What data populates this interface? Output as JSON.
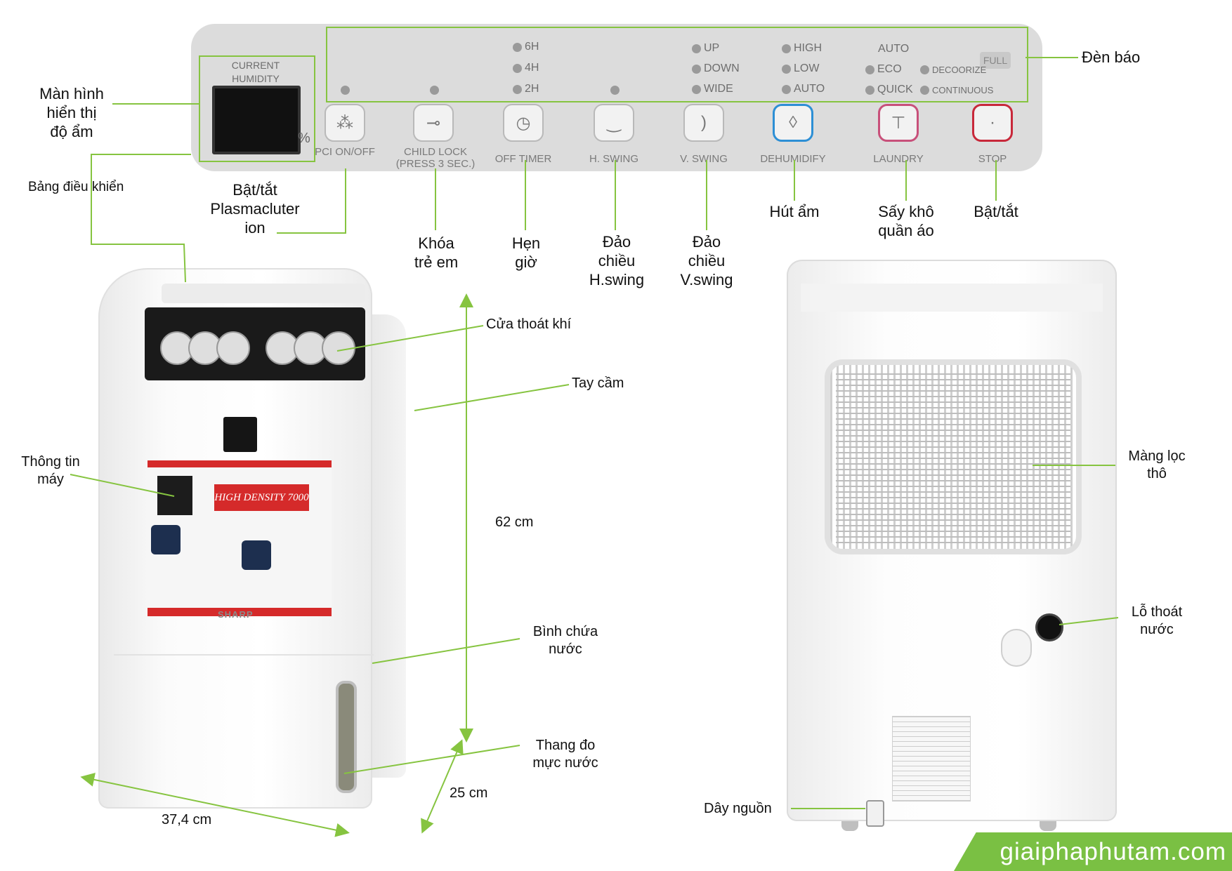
{
  "panel": {
    "display_label": "CURRENT HUMIDITY",
    "percent": "%",
    "full": "FULL",
    "buttons": [
      {
        "icon": "pci-icon",
        "cap": "PCI ON/OFF"
      },
      {
        "icon": "key-icon",
        "cap": "CHILD LOCK (PRESS 3 SEC.)"
      },
      {
        "icon": "clock-icon",
        "cap": "OFF TIMER"
      },
      {
        "icon": "h-swing-icon",
        "cap": "H. SWING"
      },
      {
        "icon": "v-swing-icon",
        "cap": "V. SWING"
      },
      {
        "icon": "drop-icon",
        "cap": "DEHUMIDIFY"
      },
      {
        "icon": "shirt-icon",
        "cap": "LAUNDRY"
      },
      {
        "icon": "stop-icon",
        "cap": "STOP"
      }
    ],
    "timer": [
      "6h",
      "4h",
      "2h"
    ],
    "swing": [
      "UP",
      "DOWN",
      "WIDE"
    ],
    "fan": [
      "HIGH",
      "LOW",
      "AUTO"
    ],
    "mode": [
      "AUTO",
      "ECO",
      "QUICK"
    ],
    "mode_extra": [
      "DECOORIZE",
      "CONTINUOUS"
    ]
  },
  "labels": {
    "den_bao": "Đèn báo",
    "man_hinh": "Màn hình\nhiển thị\nđộ ẩm",
    "bang_dieu_khien": "Bảng điều khiển",
    "bat_tat_pci": "Bật/tắt\nPlasmacluter\nion",
    "khoa_tre_em": "Khóa\ntrẻ em",
    "hen_gio": "Hẹn\ngiờ",
    "dao_h": "Đảo\nchiều\nH.swing",
    "dao_v": "Đảo\nchiều\nV.swing",
    "hut_am": "Hút ẩm",
    "say_kho": "Sấy khô\nquần áo",
    "bat_tat": "Bật/tắt",
    "cua_thoat_khi": "Cửa thoát khí",
    "tay_cam": "Tay cầm",
    "thong_tin": "Thông tin\nmáy",
    "chieu_cao": "62 cm",
    "binh_chua": "Bình chứa\nnước",
    "thang_do": "Thang đo\nmực nước",
    "sau": "25 cm",
    "rong": "37,4 cm",
    "mang_loc": "Màng lọc\nthô",
    "lo_thoat": "Lỗ thoát\nnước",
    "day_nguon": "Dây nguồn"
  },
  "device": {
    "brand": "SHARP",
    "card_model": "HIGH DENSITY 7000"
  },
  "website": "giaiphaphutam.com",
  "colors": {
    "leader": "#86c440",
    "brand_green": "#7ac043",
    "stop_red": "#c8283a",
    "dehumidify_blue": "#2d8fd5",
    "laundry_pink": "#c8507a"
  }
}
